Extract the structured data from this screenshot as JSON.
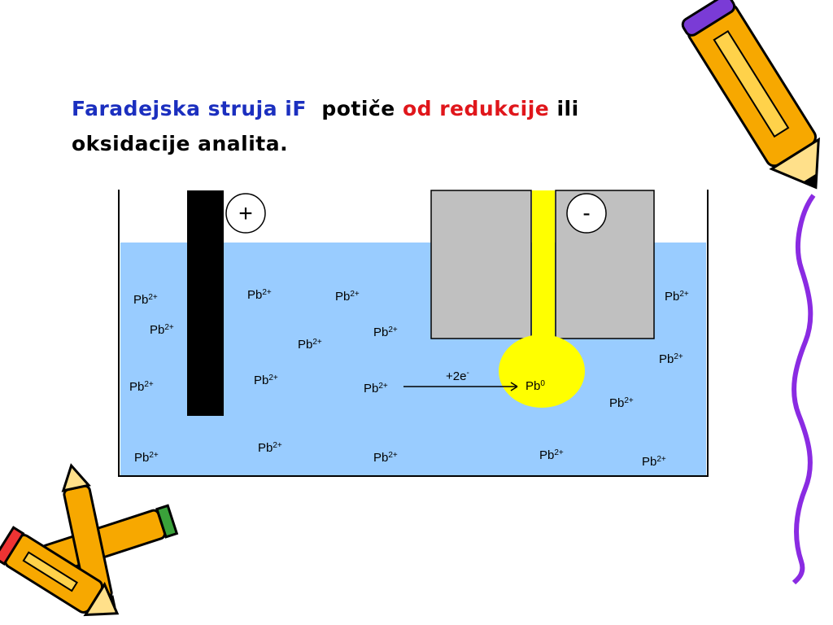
{
  "title": {
    "part1": "Faradejska struja iF",
    "part2": "potiče",
    "part3": "od redukcije",
    "part4": "ili",
    "line2": "oksidacije analita."
  },
  "diagram": {
    "plus_label": "+",
    "minus_label": "-",
    "ion_base": "Pb",
    "ion_charge": "2+",
    "reaction_label": "+2e",
    "reaction_sup": "-",
    "product_base": "Pb",
    "product_sup": "0",
    "colors": {
      "solution": "#99ccff",
      "mercury_drop": "#ffff00",
      "electrode_body": "#c0c0c0",
      "anode": "#000000"
    }
  }
}
